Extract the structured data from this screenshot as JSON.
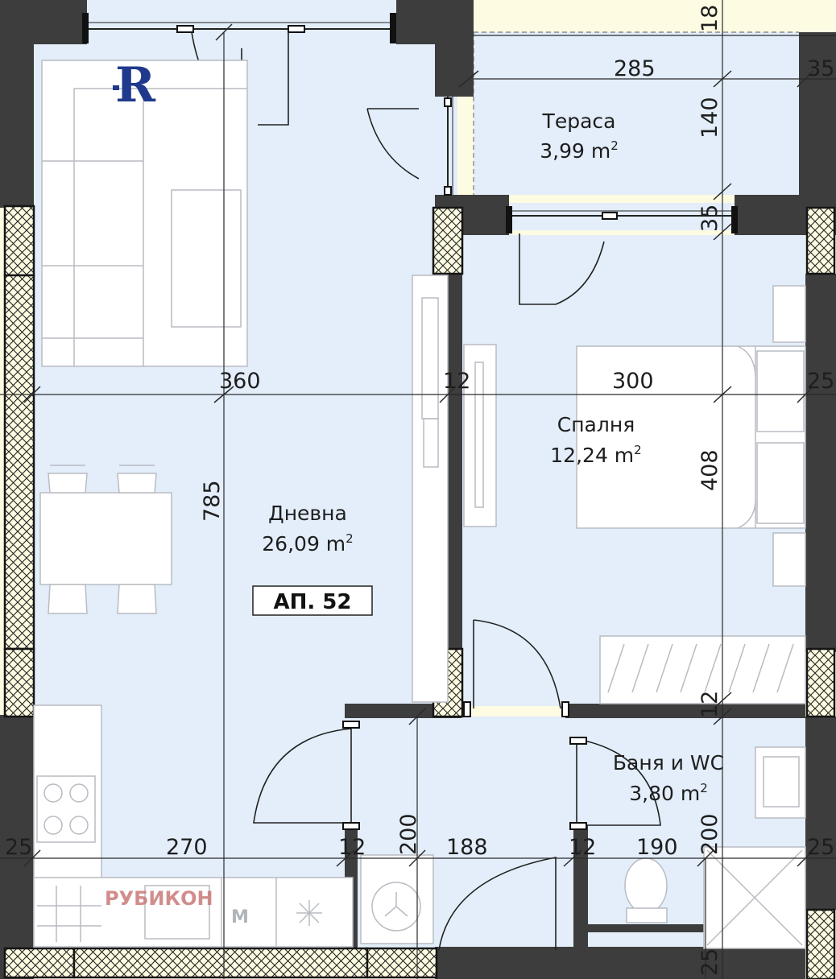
{
  "rooms": {
    "living": {
      "name": "Дневна",
      "area": "26,09 m",
      "sup": "2"
    },
    "bedroom": {
      "name": "Спалня",
      "area": "12,24 m",
      "sup": "2"
    },
    "terrace": {
      "name": "Тераса",
      "area": "3,99 m",
      "sup": "2"
    },
    "bathroom": {
      "name": "Баня и WC",
      "area": "3,80 m",
      "sup": "2"
    }
  },
  "apartment_label": "АП. 52",
  "brand_text": "РУБИКОН",
  "logo_letter": "R",
  "appliance_letter": "M",
  "dimensions": {
    "d_360": "360",
    "d_12_mid": "12",
    "d_300": "300",
    "d_25_right_mid": "25",
    "d_285": "285",
    "d_35_top": "35",
    "d_18": "18",
    "d_140": "140",
    "d_35_side": "35",
    "d_785": "785",
    "d_408": "408",
    "d_12_bath": "12",
    "d_25_left": "25",
    "d_270": "270",
    "d_12_bl": "12",
    "d_200_left": "200",
    "d_188": "188",
    "d_12_br": "12",
    "d_190": "190",
    "d_200_right": "200",
    "d_25_right_bottom": "25",
    "d_25_bottom": "25"
  },
  "colors": {
    "background": "#fdfbe1",
    "floor": "#e3eefa",
    "wall": "#3d3d3d",
    "brand": "#c97a78",
    "logo": "#1f3a8c"
  }
}
